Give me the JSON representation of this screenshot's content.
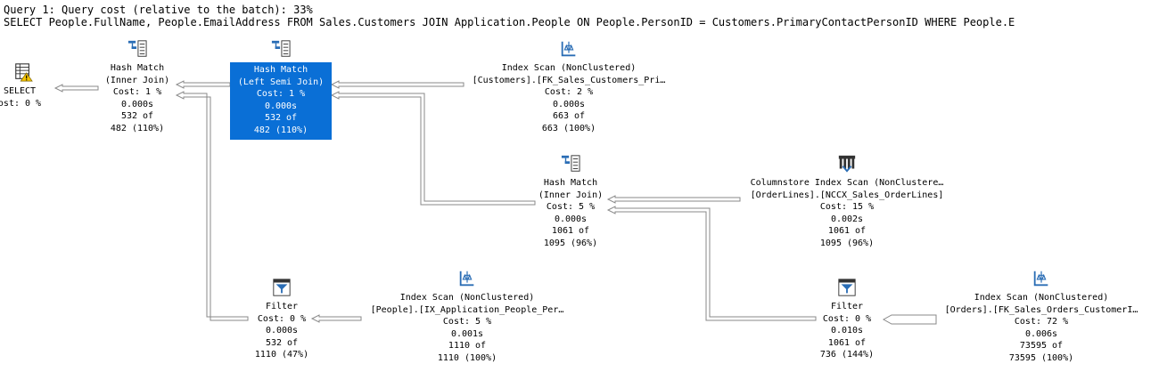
{
  "header": {
    "query_cost": "Query 1: Query cost (relative to the batch): 33%",
    "sql": "SELECT People.FullName, People.EmailAddress FROM Sales.Customers JOIN Application.People ON People.PersonID = Customers.PrimaryContactPersonID WHERE People.E"
  },
  "colors": {
    "selected": "#0a6fd6",
    "icon_blue": "#2a6db5",
    "arrow_fill": "#ffffff",
    "arrow_stroke": "#888888"
  },
  "nodes": {
    "select": {
      "name": "SELECT",
      "cost": "ost: 0 %"
    },
    "hash1": {
      "op": "Hash Match",
      "type": "(Inner Join)",
      "cost": "Cost: 1 %",
      "time": "0.000s",
      "rows": "532 of",
      "est": "482 (110%)"
    },
    "hash2": {
      "op": "Hash Match",
      "type": "(Left Semi Join)",
      "cost": "Cost: 1 %",
      "time": "0.000s",
      "rows": "532 of",
      "est": "482 (110%)"
    },
    "idx_customers": {
      "op": "Index Scan (NonClustered)",
      "object": "[Customers].[FK_Sales_Customers_Pri…",
      "cost": "Cost: 2 %",
      "time": "0.000s",
      "rows": "663 of",
      "est": "663 (100%)"
    },
    "hash3": {
      "op": "Hash Match",
      "type": "(Inner Join)",
      "cost": "Cost: 5 %",
      "time": "0.000s",
      "rows": "1061 of",
      "est": "1095 (96%)"
    },
    "colstore": {
      "op": "Columnstore Index Scan (NonClustere…",
      "object": "[OrderLines].[NCCX_Sales_OrderLines]",
      "cost": "Cost: 15 %",
      "time": "0.002s",
      "rows": "1061 of",
      "est": "1095 (96%)"
    },
    "filter1": {
      "op": "Filter",
      "cost": "Cost: 0 %",
      "time": "0.000s",
      "rows": "532 of",
      "est": "1110 (47%)"
    },
    "idx_people": {
      "op": "Index Scan (NonClustered)",
      "object": "[People].[IX_Application_People_Per…",
      "cost": "Cost: 5 %",
      "time": "0.001s",
      "rows": "1110 of",
      "est": "1110 (100%)"
    },
    "filter2": {
      "op": "Filter",
      "cost": "Cost: 0 %",
      "time": "0.010s",
      "rows": "1061 of",
      "est": "736 (144%)"
    },
    "idx_orders": {
      "op": "Index Scan (NonClustered)",
      "object": "[Orders].[FK_Sales_Orders_CustomerI…",
      "cost": "Cost: 72 %",
      "time": "0.006s",
      "rows": "73595 of",
      "est": "73595 (100%)"
    }
  }
}
